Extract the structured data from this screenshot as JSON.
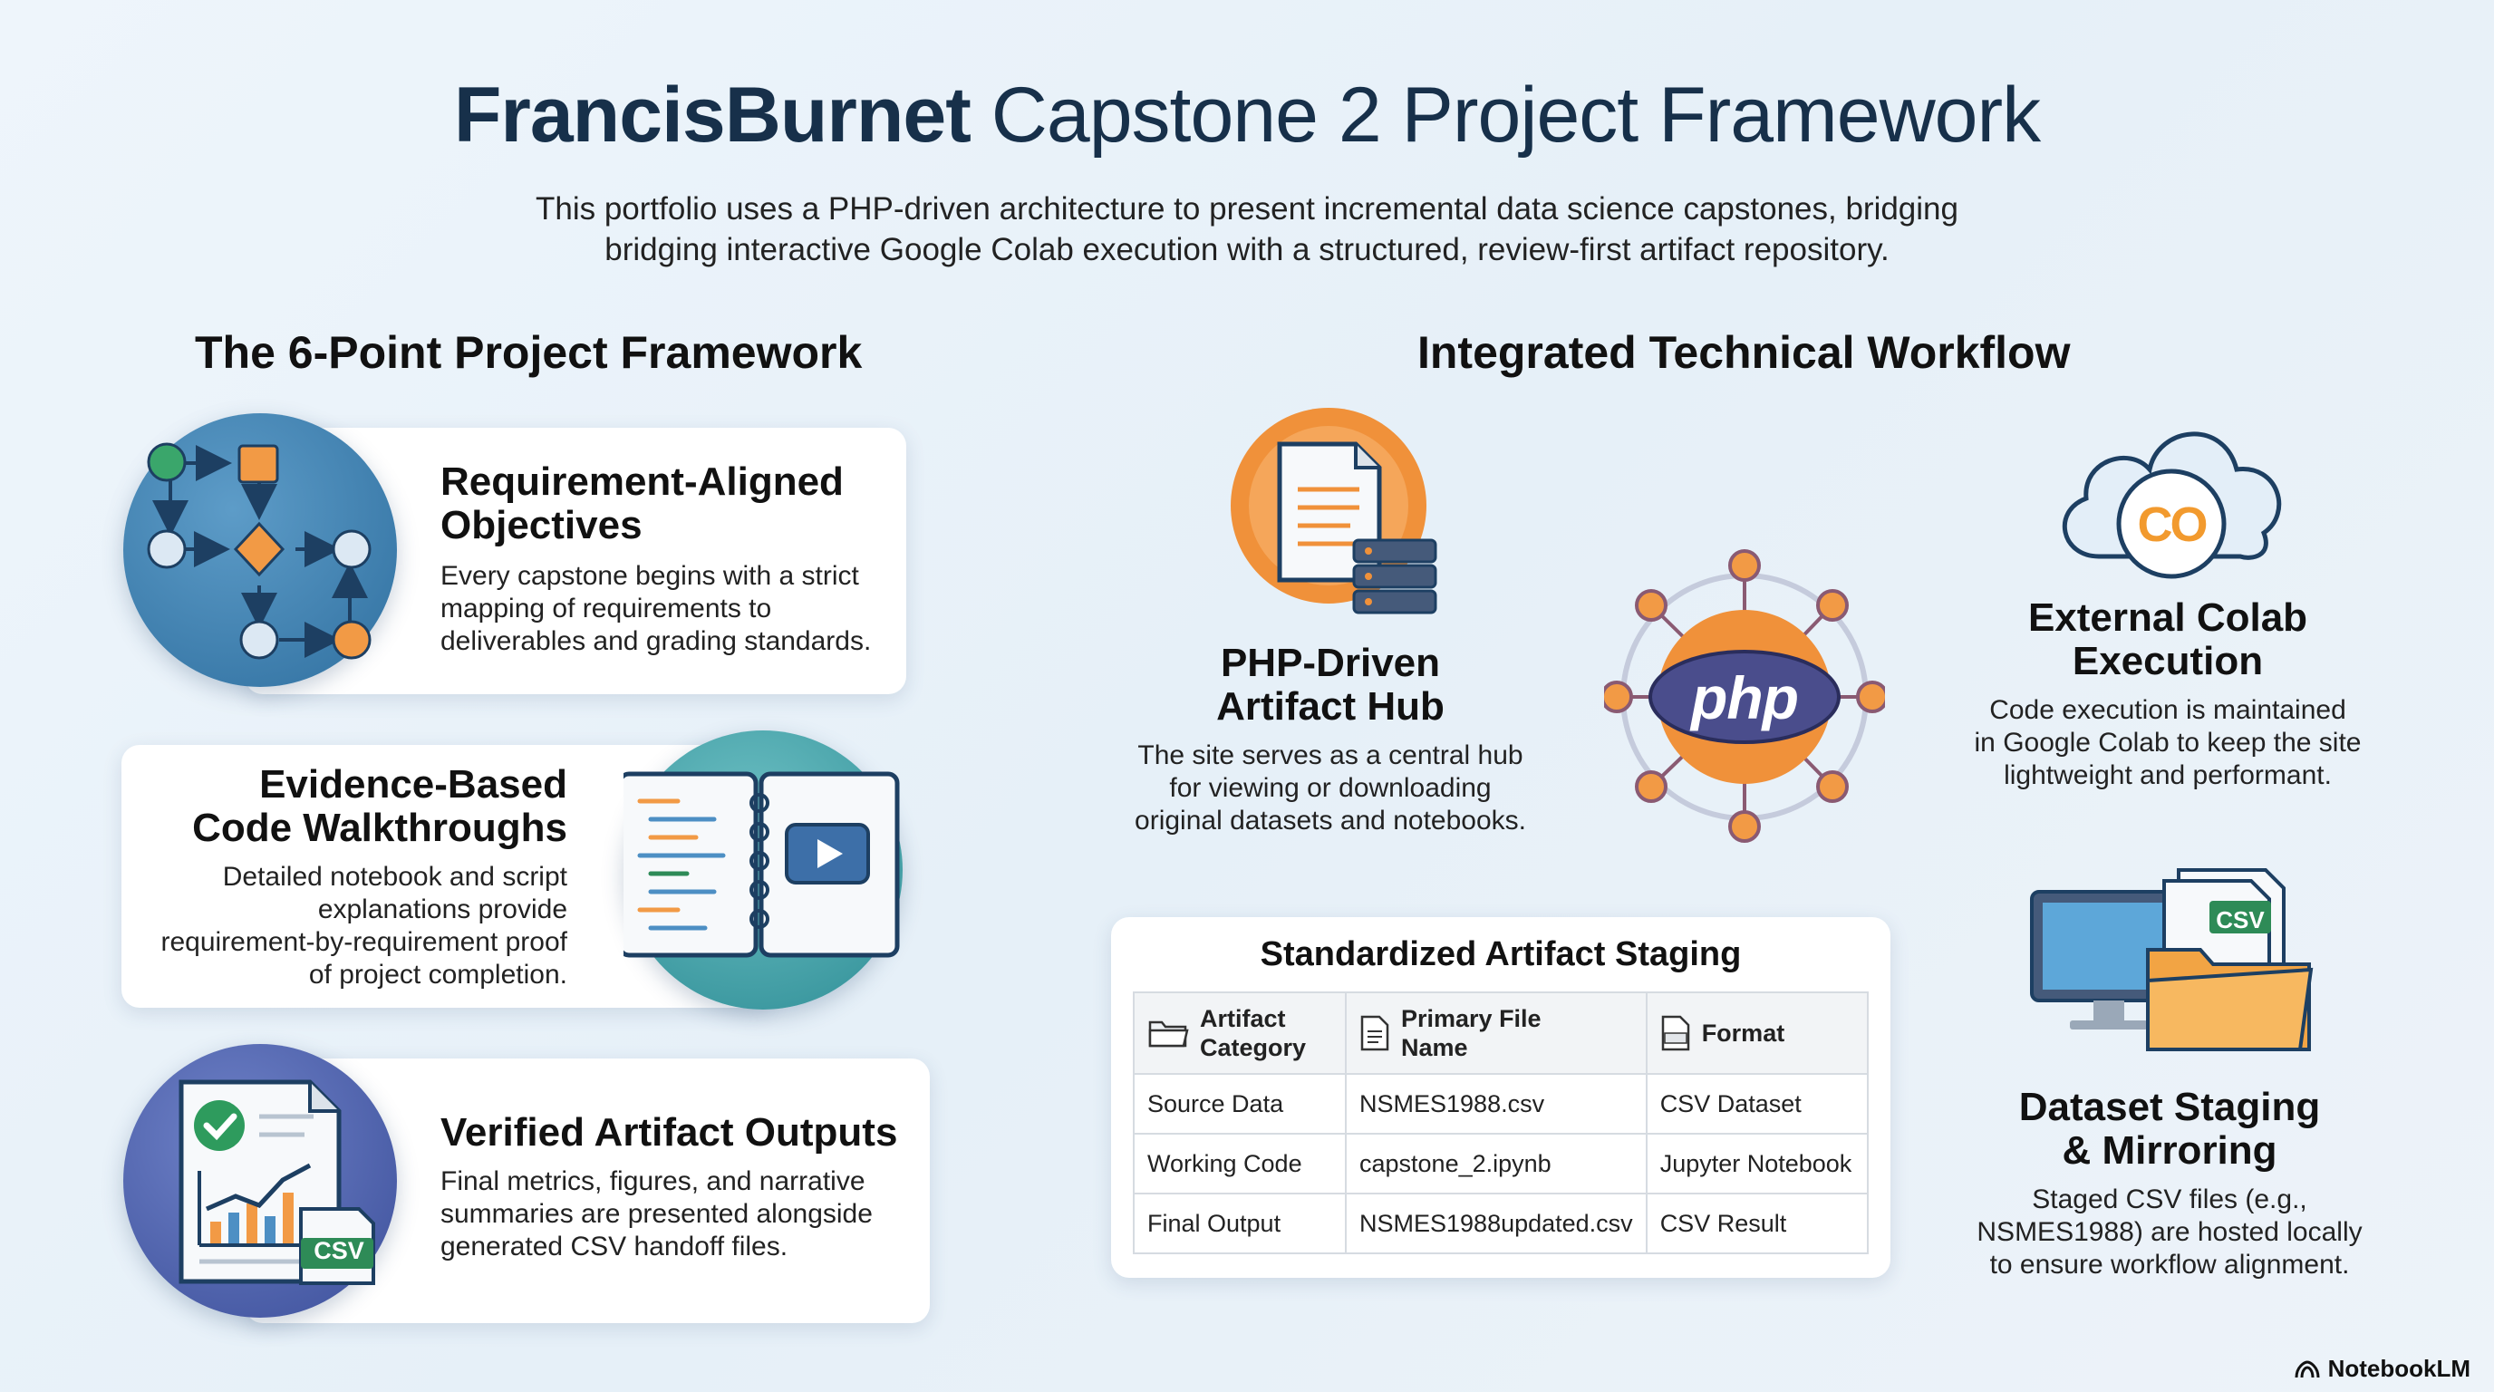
{
  "header": {
    "title_bold": "FrancisBurnet",
    "title_rest": "Capstone 2 Project Framework",
    "subtitle_line1": "This portfolio uses a PHP-driven architecture to present incremental data science capstones, bridging",
    "subtitle_line2": "bridging interactive Google Colab execution with a structured, review-first artifact repository."
  },
  "framework": {
    "heading": "The 6-Point Project Framework",
    "cards": [
      {
        "title_line1": "Requirement-Aligned",
        "title_line2": "Objectives",
        "desc_line1": "Every capstone begins with a strict",
        "desc_line2": "mapping of requirements to",
        "desc_line3": "deliverables and grading standards.",
        "icon": "flowchart-icon"
      },
      {
        "title_line1": "Evidence-Based",
        "title_line2": "Code Walkthroughs",
        "desc_line1": "Detailed notebook and script",
        "desc_line2": "explanations provide",
        "desc_line3": "requirement-by-requirement proof",
        "desc_line4": "of project completion.",
        "icon": "notebook-video-icon"
      },
      {
        "title_line1": "Verified Artifact Outputs",
        "desc_line1": "Final metrics, figures, and narrative",
        "desc_line2": "summaries are presented alongside",
        "desc_line3": "generated CSV handoff files.",
        "badge": "CSV",
        "icon": "verified-report-icon"
      }
    ]
  },
  "workflow": {
    "heading": "Integrated Technical Workflow",
    "php_hub": {
      "title_line1": "PHP-Driven",
      "title_line2": "Artifact Hub",
      "desc_line1": "The site serves as a central hub",
      "desc_line2": "for viewing or downloading",
      "desc_line3": "original datasets and notebooks."
    },
    "php_logo": "php",
    "colab": {
      "logo": "CO",
      "title_line1": "External Colab",
      "title_line2": "Execution",
      "desc_line1": "Code execution is maintained",
      "desc_line2": "in Google Colab to keep the site",
      "desc_line3": "lightweight and performant."
    },
    "staging": {
      "badge": "CSV",
      "title_line1": "Dataset Staging",
      "title_line2": "& Mirroring",
      "desc_line1": "Staged CSV files (e.g.,",
      "desc_line2": "NSMES1988) are hosted locally",
      "desc_line3": "to ensure workflow alignment."
    }
  },
  "table": {
    "title": "Standardized Artifact Staging",
    "headers": [
      {
        "line1": "Artifact",
        "line2": "Category"
      },
      {
        "line1": "Primary File",
        "line2": "Name"
      },
      {
        "line1": "Format",
        "line2": ""
      }
    ],
    "rows": [
      [
        "Source Data",
        "NSMES1988.csv",
        "CSV Dataset"
      ],
      [
        "Working Code",
        "capstone_2.ipynb",
        "Jupyter Notebook"
      ],
      [
        "Final Output",
        "NSMES1988updated.csv",
        "CSV Result"
      ]
    ]
  },
  "brand": "NotebookLM",
  "colors": {
    "accent_blue": "#3c7fb4",
    "accent_orange": "#f0913a",
    "php_purple": "#4a4d8c",
    "green": "#2e8b57"
  }
}
